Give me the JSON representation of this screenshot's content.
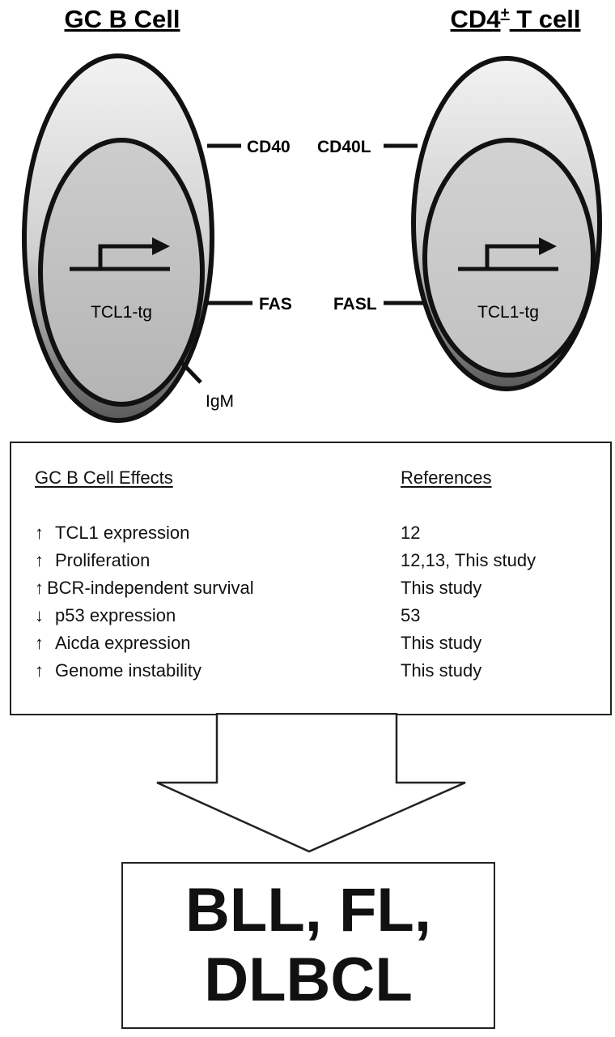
{
  "cells": {
    "left_title": "GC B Cell",
    "right_title_main": "CD4",
    "right_title_sup": "+",
    "right_title_rest": " T cell",
    "left_transgene": "TCL1-tg",
    "right_transgene": "TCL1-tg"
  },
  "receptors": {
    "cd40": "CD40",
    "cd40l": "CD40L",
    "fas": "FAS",
    "fasl": "FASL",
    "igm": "IgM"
  },
  "effects_table": {
    "header_effects": "GC B Cell Effects",
    "header_refs": "References",
    "rows": [
      {
        "arrow": "↑",
        "effect": "TCL1 expression",
        "ref": "12"
      },
      {
        "arrow": "↑",
        "effect": "Proliferation",
        "ref": "12,13, This study"
      },
      {
        "arrow": "↑",
        "effect": "BCR-independent survival",
        "ref": "This study"
      },
      {
        "arrow": "↓",
        "effect": "p53 expression",
        "ref": "53"
      },
      {
        "arrow": "↑",
        "effect": "Aicda expression",
        "ref": "This study"
      },
      {
        "arrow": "↑",
        "effect": "Genome instability",
        "ref": "This study"
      }
    ]
  },
  "outcome": {
    "line1": "BLL, FL,",
    "line2": "DLBCL"
  }
}
